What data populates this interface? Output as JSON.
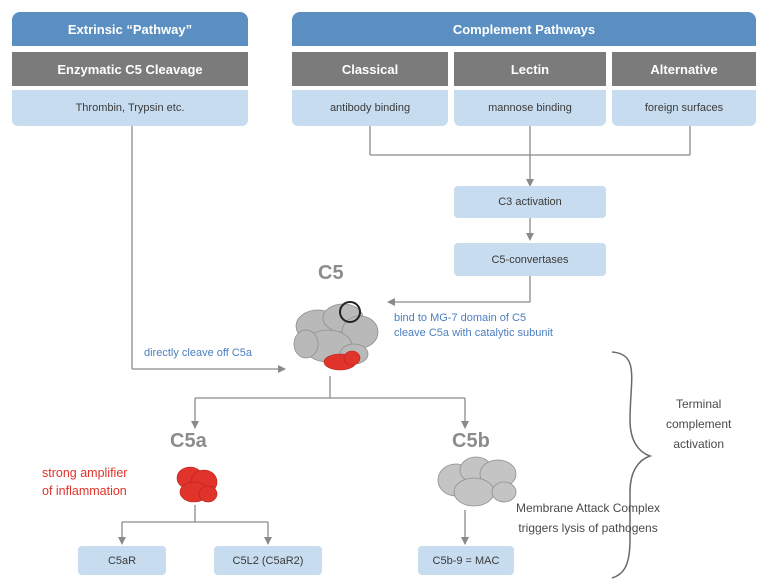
{
  "extrinsic": {
    "title": "Extrinsic “Pathway”",
    "subtitle": "Enzymatic C5 Cleavage",
    "examples": "Thrombin, Trypsin etc."
  },
  "complement": {
    "title": "Complement Pathways",
    "pathways": [
      {
        "name": "Classical",
        "trigger": "antibody binding"
      },
      {
        "name": "Lectin",
        "trigger": "mannose binding"
      },
      {
        "name": "Alternative",
        "trigger": "foreign surfaces"
      }
    ]
  },
  "steps": {
    "c3": "C3 activation",
    "convertases": "C5-convertases"
  },
  "c5": {
    "label": "C5",
    "bind_line1": "bind to MG-7 domain of C5",
    "bind_line2": "cleave C5a with catalytic subunit",
    "direct": "directly cleave off C5a"
  },
  "c5a": {
    "label": "C5a",
    "note_line1": "strong amplifier",
    "note_line2": "of inflammation",
    "receptors": [
      "C5aR",
      "C5L2 (C5aR2)"
    ]
  },
  "c5b": {
    "label": "C5b",
    "mac_line1": "Membrane Attack Complex",
    "mac_line2": "triggers lysis of pathogens",
    "result": "C5b-9 = MAC"
  },
  "terminal": {
    "line1": "Terminal",
    "line2": "complement",
    "line3": "activation"
  },
  "colors": {
    "header_blue": "#5b8fc2",
    "header_grey": "#7b7b7b",
    "box_light": "#c7dcef",
    "protein_grey": "#b9b9b9",
    "protein_red": "#e0332b",
    "connector": "#8a8a8a"
  }
}
